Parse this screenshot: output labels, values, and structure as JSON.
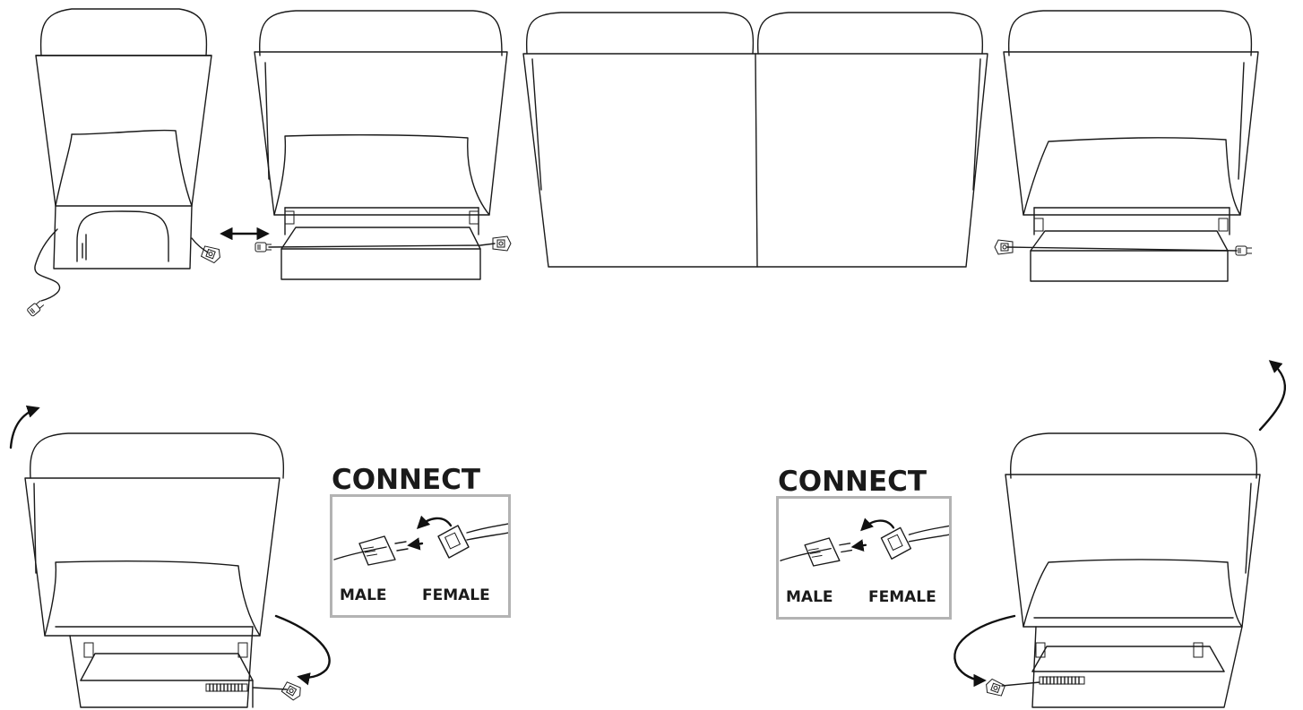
{
  "connect_panels": [
    {
      "title": "CONNECT",
      "male_label": "MALE",
      "female_label": "FEMALE"
    },
    {
      "title": "CONNECT",
      "male_label": "MALE",
      "female_label": "FEMALE"
    }
  ],
  "colors": {
    "line": "#1a1a1a",
    "frame": "#b3b3b3",
    "background": "#ffffff"
  }
}
